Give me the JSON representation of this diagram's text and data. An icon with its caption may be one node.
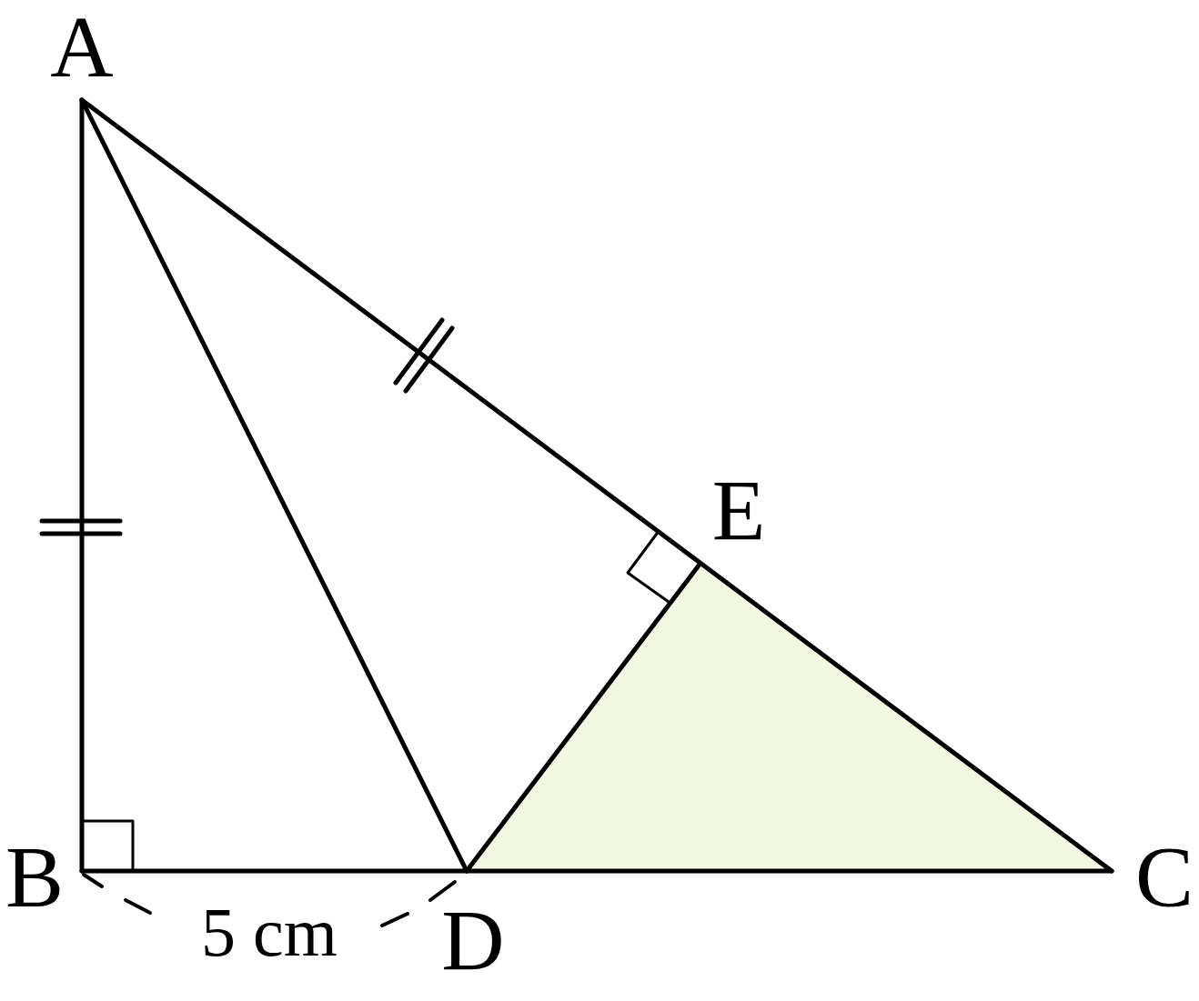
{
  "diagram": {
    "labels": [
      "A",
      "E",
      "B",
      "5 cm",
      "D",
      "C"
    ]
  }
}
